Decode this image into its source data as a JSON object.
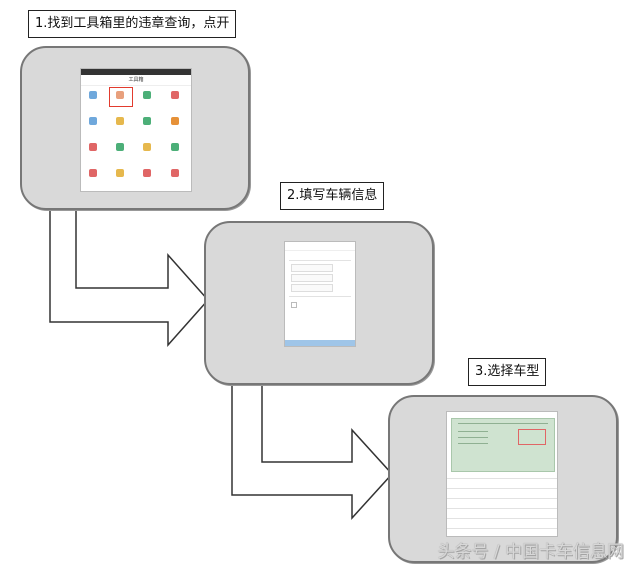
{
  "steps": [
    {
      "label": "1.找到工具箱里的违章查询，点开"
    },
    {
      "label": "2.填写车辆信息"
    },
    {
      "label": "3.选择车型"
    }
  ],
  "phone1": {
    "title": "工具箱",
    "highlight_color": "#e23b2e"
  },
  "watermark": "头条号 / 中国卡车信息网",
  "colors": {
    "panel": "#d9d9d9",
    "arrow": "#ffffff",
    "arrow_stroke": "#333333",
    "accent_blue": "#6fa8dc",
    "license_green": "#cfe3d0"
  }
}
